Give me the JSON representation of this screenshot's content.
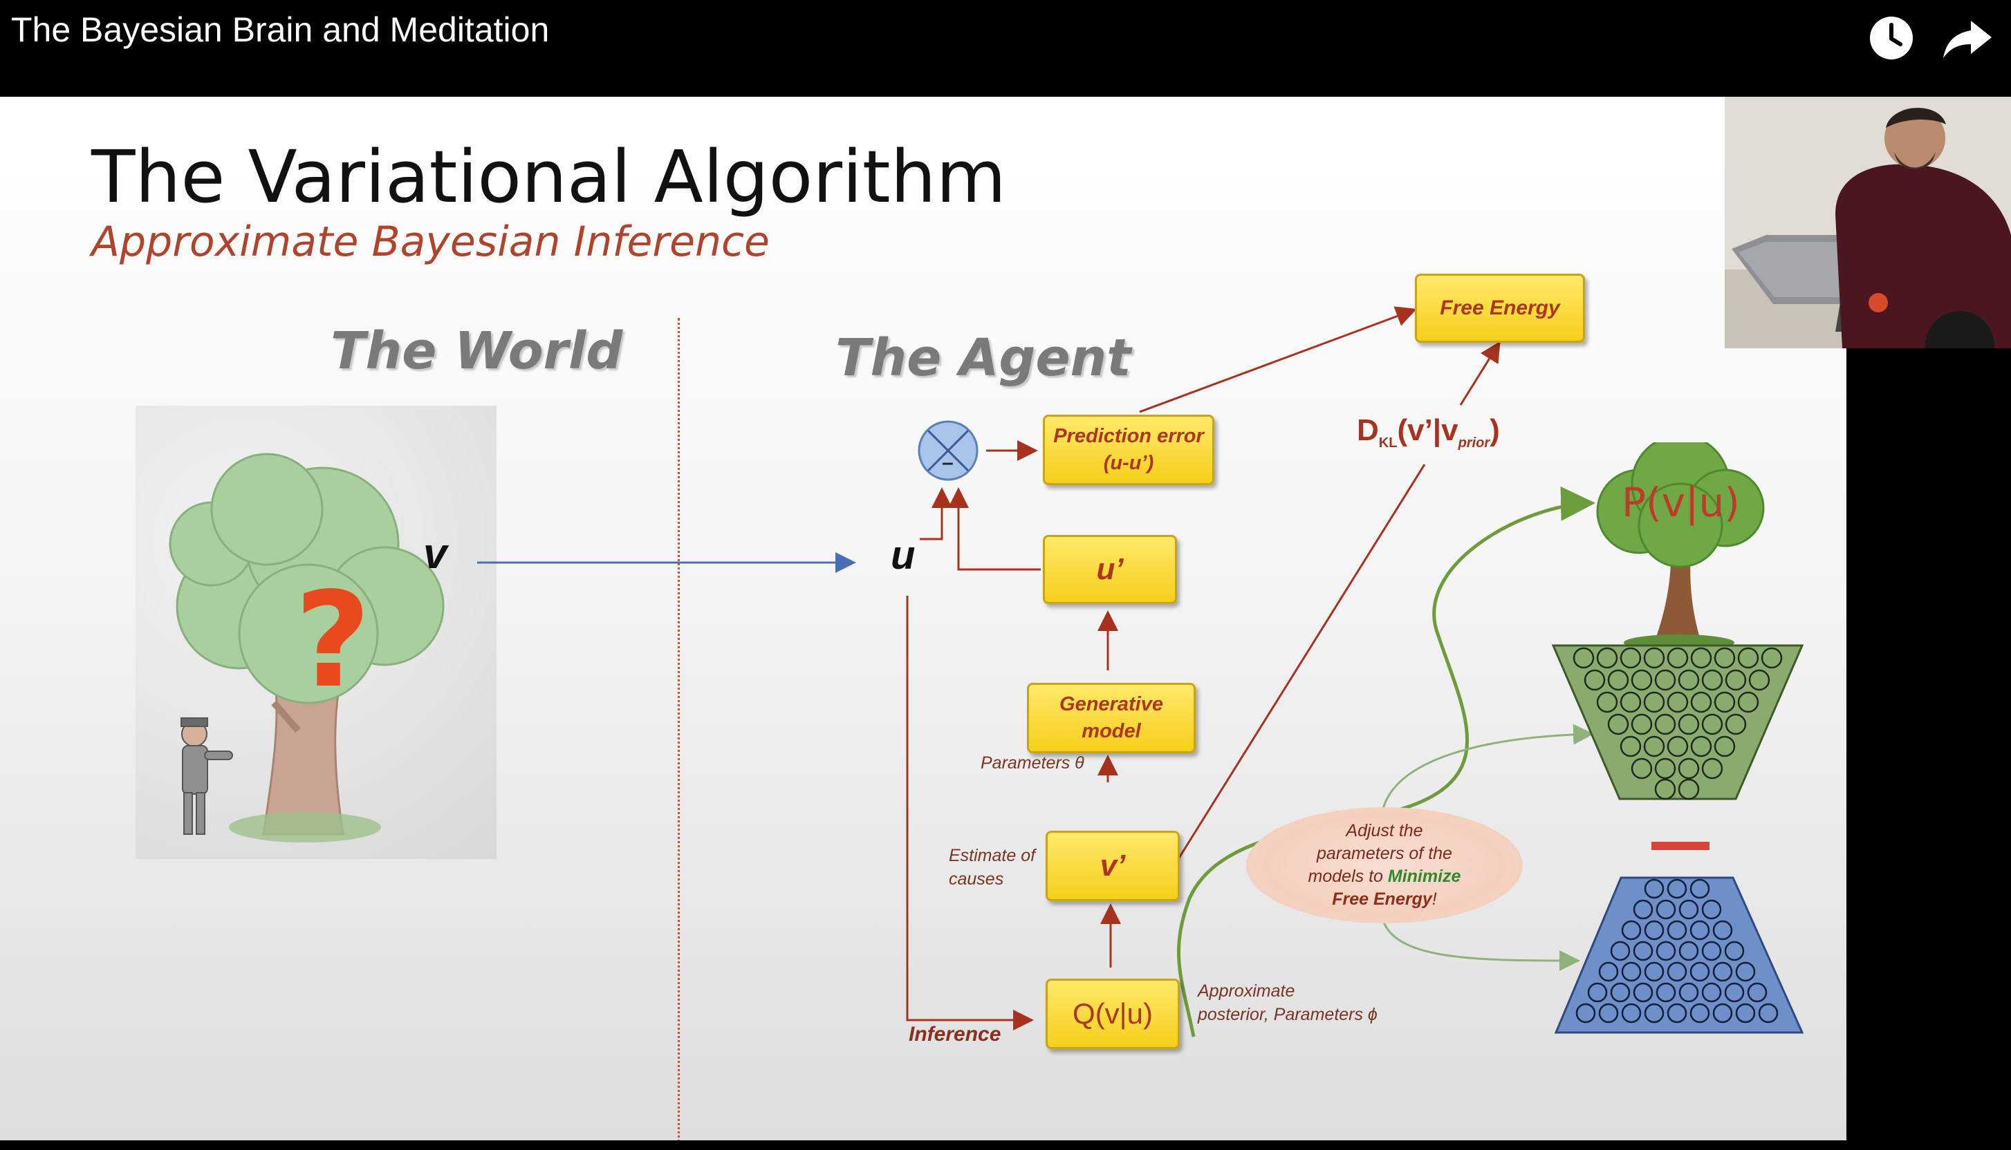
{
  "player": {
    "video_title": "The Bayesian Brain and Meditation",
    "icons": [
      "watch-later-icon",
      "share-icon"
    ]
  },
  "slide": {
    "title": "The Variational Algorithm",
    "subtitle": "Approximate Bayesian Inference",
    "world_heading": "The World",
    "agent_heading": "The Agent",
    "world_variable": "v",
    "question_mark": "?",
    "observation": "u",
    "comparator_sign": "–",
    "boxes": {
      "free_energy": "Free Energy",
      "prediction_error_line1": "Prediction error",
      "prediction_error_line2": "(u-u’)",
      "u_prime": "u’",
      "generative_line1": "Generative",
      "generative_line2": "model",
      "v_prime": "v’",
      "q": "Q(v|u)"
    },
    "labels": {
      "parameters_theta": "Parameters θ",
      "estimate_line1": "Estimate of",
      "estimate_line2": "causes",
      "approx_line1": "Approximate",
      "approx_line2": "posterior, Parameters ϕ",
      "inference": "Inference",
      "dkl_d": "D",
      "dkl_sub": "KL",
      "dkl_mid": "(v’|v",
      "dkl_sub2": "prior",
      "dkl_end": ")"
    },
    "adjust": {
      "line1": "Adjust the",
      "line2": "parameters of the",
      "line3a": "models to ",
      "line3b": "Minimize",
      "line4a": "Free Energy",
      "line4b": "!"
    },
    "tree_label": "P(v|u)",
    "colors": {
      "box_fill": "#f7d52e",
      "box_text": "#b0351e",
      "accent_red": "#b0432c",
      "arrow_red": "#a8321e",
      "arrow_blue": "#4a6fb5",
      "green_curve": "#6d9c3a",
      "cone_green": "#8bab6e",
      "cone_blue": "#6f8fc9"
    }
  }
}
